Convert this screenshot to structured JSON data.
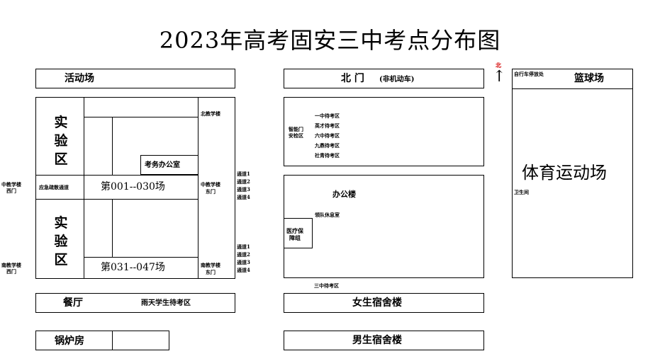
{
  "title": "2023年高考固安三中考点分布图",
  "north": {
    "label": "北",
    "arrow": "↑"
  },
  "left": {
    "activity_field": "活动场",
    "lab_top": [
      "实",
      "验",
      "区"
    ],
    "lab_bottom": [
      "实",
      "验",
      "区"
    ],
    "north_building": "北教学楼",
    "exam_office": "考务办公室",
    "emergency_channel": "应急疏散通道",
    "rooms_top": "第001--030场",
    "rooms_bottom": "第031--047场",
    "mid_building_west": [
      "中教学楼",
      "西门"
    ],
    "mid_building_east": [
      "中教学楼",
      "东门"
    ],
    "south_building_west": [
      "南教学楼",
      "西门"
    ],
    "south_building_east": [
      "南教学楼",
      "东门"
    ],
    "channels_top": [
      "通道1",
      "通道2",
      "通道3",
      "通道4"
    ],
    "channels_bottom": [
      "通道1",
      "通道2",
      "通道3",
      "通道4"
    ],
    "canteen": "餐厅",
    "rain_waiting": "雨天学生待考区",
    "boiler": "锅炉房"
  },
  "middle": {
    "north_gate": "北  门",
    "north_gate_note": "(非机动车)",
    "security_check": [
      "智能门",
      "安检区"
    ],
    "waiting_areas": [
      "一中待考区",
      "英才待考区",
      "六中待考区",
      "九鼎待考区",
      "社青待考区"
    ],
    "office_building": "办公楼",
    "team_lounge": "领队休息室",
    "medical": [
      "医疗保",
      "障组"
    ],
    "sanzhong_waiting": "三中待考区",
    "girls_dorm": "女生宿舍楼",
    "boys_dorm": "男生宿舍楼"
  },
  "right": {
    "bike_parking": "自行车停放处",
    "basketball": "篮球场",
    "sports_field": "体育运动场",
    "restroom": "卫生间"
  }
}
